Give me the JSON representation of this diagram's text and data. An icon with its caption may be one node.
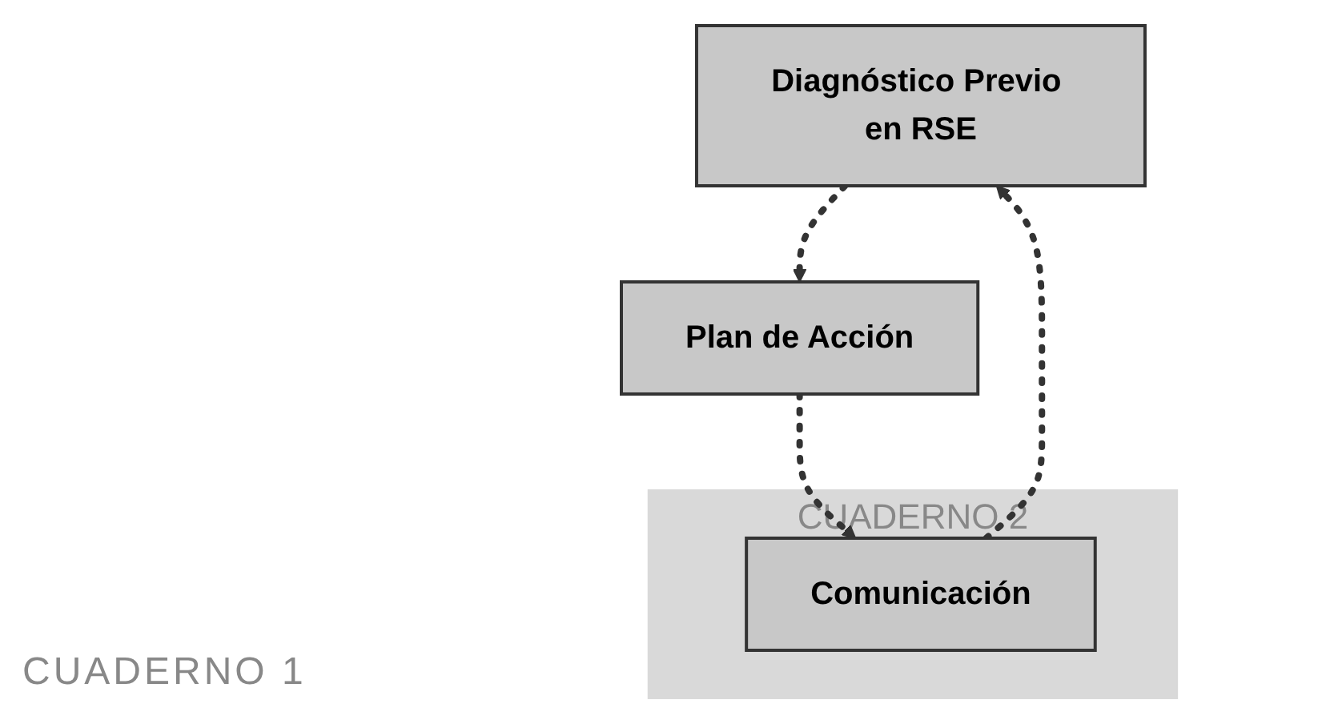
{
  "diagram": {
    "nodes": [
      {
        "text": [
          "Diagnóstico Previo en RSE"
        ]
      },
      {
        "text": [
          "Plan de Acción"
        ]
      },
      {
        "text": [
          "CUADERNO 2"
        ]
      },
      {
        "text": [
          "Comunicación"
        ],
        "in": 2
      }
    ],
    "edges": [
      {
        "from": 0,
        "to": 1,
        "arrow": "to",
        "style": "dashed"
      },
      {
        "from": 1,
        "to": 3,
        "arrow": "to",
        "style": "dashed"
      },
      {
        "from": 3,
        "to": 0,
        "arrow": "to",
        "style": "dashed"
      }
    ],
    "labels": [
      "CUADERNO 1"
    ]
  }
}
